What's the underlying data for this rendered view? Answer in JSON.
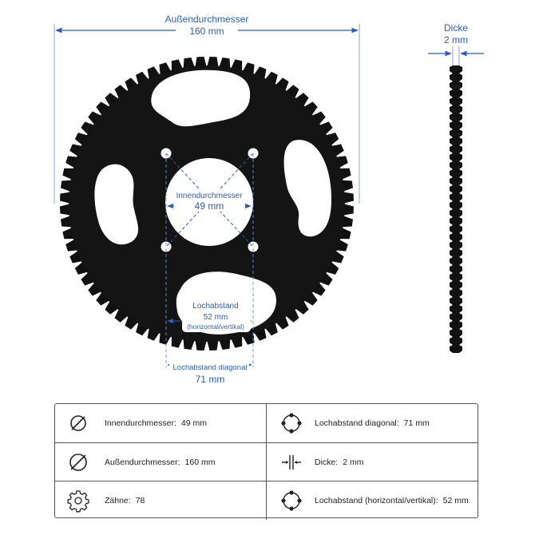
{
  "diagram": {
    "outer_diameter": {
      "label": "Außendurchmesser",
      "value": "160 mm"
    },
    "thickness": {
      "label": "Dicke",
      "value": "2 mm"
    },
    "inner_diameter": {
      "label": "Innendurchmesser",
      "value": "49 mm"
    },
    "hole_spacing": {
      "label": "Lochabstand",
      "value": "52 mm",
      "note": "(horizontal/vertikal)"
    },
    "hole_spacing_diagonal": {
      "label": "Lochabstand diagonal",
      "value": "71 mm"
    },
    "colors": {
      "dimension": "#2b5fb8",
      "sprocket": "#111111"
    }
  },
  "specs": [
    {
      "icon": "diameter-icon",
      "label": "Innendurchmesser:",
      "value": "49 mm"
    },
    {
      "icon": "bolt-pattern-icon",
      "label": "Lochabstand diagonal:",
      "value": "71 mm"
    },
    {
      "icon": "diameter-icon",
      "label": "Außendurchmesser:",
      "value": "160 mm"
    },
    {
      "icon": "thickness-icon",
      "label": "Dicke:",
      "value": "2 mm"
    },
    {
      "icon": "gear-icon",
      "label": "Zähne:",
      "value": "78"
    },
    {
      "icon": "bolt-pattern-icon",
      "label": "Lochabstand (horizontal/vertikal):",
      "value": "52 mm"
    }
  ]
}
